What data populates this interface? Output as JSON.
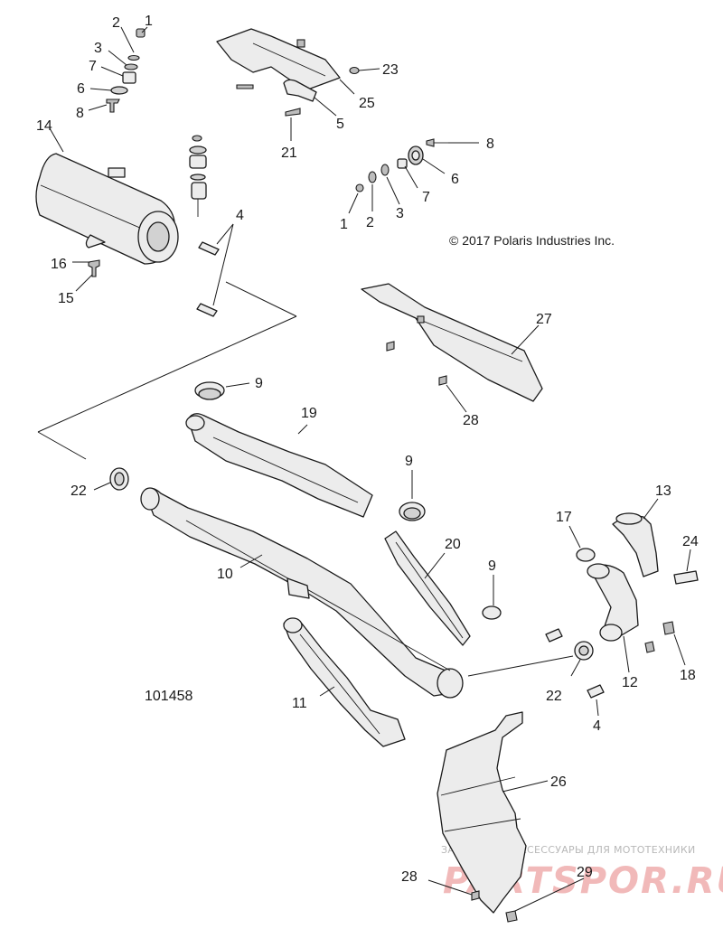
{
  "copyright": "© 2017 Polaris Industries Inc.",
  "figure_number": "101458",
  "watermark": {
    "caption": "ЗАПЧАСТИ И АКСЕССУАРЫ ДЛЯ МОТОТЕХНИКИ",
    "brand": "PARTSPOR.RU"
  },
  "callouts": [
    {
      "id": "c1",
      "label": "1"
    },
    {
      "id": "c2",
      "label": "2"
    },
    {
      "id": "c3",
      "label": "3"
    },
    {
      "id": "c7",
      "label": "7"
    },
    {
      "id": "c6",
      "label": "6"
    },
    {
      "id": "c8",
      "label": "8"
    },
    {
      "id": "c14",
      "label": "14"
    },
    {
      "id": "c4a",
      "label": "4"
    },
    {
      "id": "c16",
      "label": "16"
    },
    {
      "id": "c15",
      "label": "15"
    },
    {
      "id": "c23",
      "label": "23"
    },
    {
      "id": "c25",
      "label": "25"
    },
    {
      "id": "c5",
      "label": "5"
    },
    {
      "id": "c21",
      "label": "21"
    },
    {
      "id": "c8b",
      "label": "8"
    },
    {
      "id": "c6b",
      "label": "6"
    },
    {
      "id": "c7b",
      "label": "7"
    },
    {
      "id": "c1b",
      "label": "1"
    },
    {
      "id": "c2b",
      "label": "2"
    },
    {
      "id": "c3b",
      "label": "3"
    },
    {
      "id": "c27",
      "label": "27"
    },
    {
      "id": "c28a",
      "label": "28"
    },
    {
      "id": "c9a",
      "label": "9"
    },
    {
      "id": "c19",
      "label": "19"
    },
    {
      "id": "c22a",
      "label": "22"
    },
    {
      "id": "c9b",
      "label": "9"
    },
    {
      "id": "c20",
      "label": "20"
    },
    {
      "id": "c10",
      "label": "10"
    },
    {
      "id": "c9c",
      "label": "9"
    },
    {
      "id": "c17",
      "label": "17"
    },
    {
      "id": "c13",
      "label": "13"
    },
    {
      "id": "c24",
      "label": "24"
    },
    {
      "id": "c22b",
      "label": "22"
    },
    {
      "id": "c12",
      "label": "12"
    },
    {
      "id": "c18",
      "label": "18"
    },
    {
      "id": "c11",
      "label": "11"
    },
    {
      "id": "c4b",
      "label": "4"
    },
    {
      "id": "c26",
      "label": "26"
    },
    {
      "id": "c28b",
      "label": "28"
    },
    {
      "id": "c29",
      "label": "29"
    }
  ]
}
